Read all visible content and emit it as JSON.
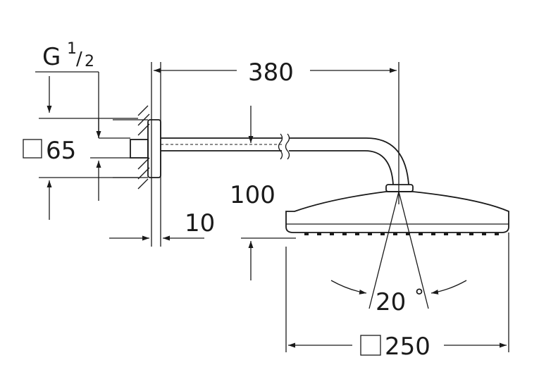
{
  "labels": {
    "thread": "G",
    "thread_fraction_num": "1",
    "thread_fraction_den": "2",
    "rosette_square": "65",
    "arm_length": "380",
    "arm_drop": "100",
    "wall_gap": "10",
    "spray_angle": "20",
    "spray_angle_unit": "°",
    "head_square": "250"
  },
  "icons": {
    "square_symbol": "square-dimension-icon"
  }
}
